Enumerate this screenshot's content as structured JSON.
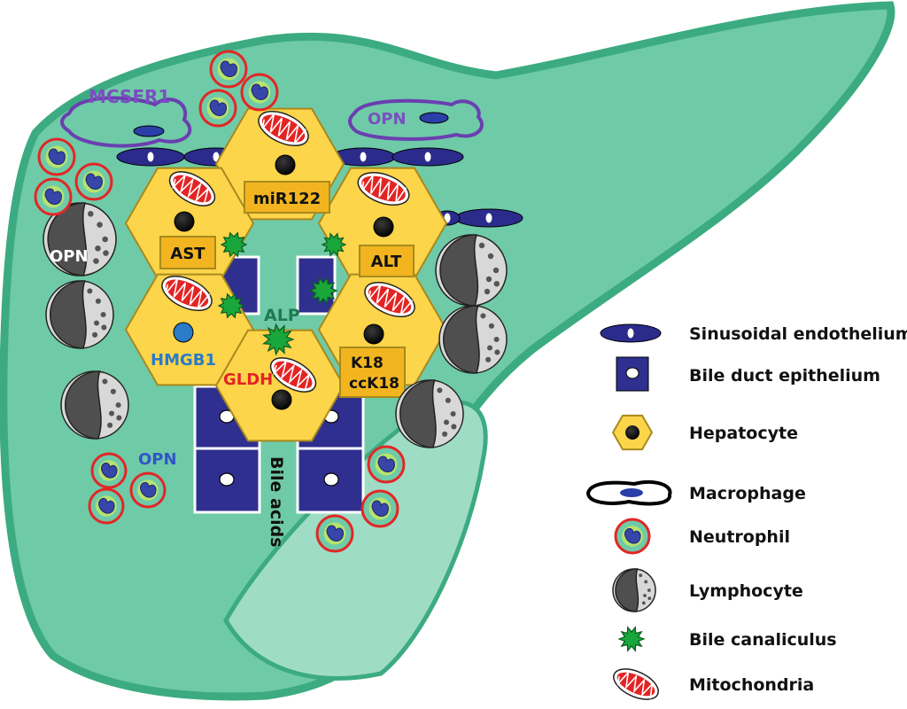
{
  "colors": {
    "liver": "#6fcaa8",
    "liver_stroke": "#3cab82",
    "liver_light": "#9fdcc6",
    "hepatocyte": "#fcd54a",
    "hepatocyte_stroke": "#a8891d",
    "label_box": "#f2b51f",
    "bile_duct": "#2f2f8f",
    "endothelium": "#2b2b8c",
    "macrophage": "#6a3fb0",
    "neutrophil_ring": "#e32626",
    "neutrophil_fill": "#b7e36e",
    "neutrophil_nucleus": "#3746a8",
    "lymphocyte": "#4f4f4f",
    "lymphocyte_cap": "#d8d8d8",
    "canaliculus": "#19a63a",
    "mito_outer": "#e32424"
  },
  "labels": {
    "mcsfr1": "MCSFR1",
    "opn_macrophage": "OPN",
    "opn_lymphocyte": "OPN",
    "opn_neutrophil": "OPN",
    "mir122": "miR122",
    "ast": "AST",
    "alt": "ALT",
    "alp": "ALP",
    "hmgb1": "HMGB1",
    "gldh": "GLDH",
    "k18": "K18",
    "cck18": "ccK18",
    "bile_acids": "Bile acids"
  },
  "label_colors": {
    "mcsfr1": "#7a4fc0",
    "opn_macrophage": "#7a4fc0",
    "opn_lymphocyte": "#ffffff",
    "opn_neutrophil": "#3155c8",
    "alp": "#1f7a52",
    "hmgb1": "#2a7bc8",
    "gldh": "#e32424",
    "box_text": "#111111",
    "bile_acids": "#111111"
  },
  "legend": [
    {
      "icon": "sinusoidal-endothelium-icon",
      "label": "Sinusoidal endothelium"
    },
    {
      "icon": "bile-duct-epithelium-icon",
      "label": "Bile duct epithelium"
    },
    {
      "icon": "hepatocyte-icon",
      "label": "Hepatocyte"
    },
    {
      "icon": "macrophage-icon",
      "label": "Macrophage"
    },
    {
      "icon": "neutrophil-icon",
      "label": "Neutrophil"
    },
    {
      "icon": "lymphocyte-icon",
      "label": "Lymphocyte"
    },
    {
      "icon": "bile-canaliculus-icon",
      "label": "Bile canaliculus"
    },
    {
      "icon": "mitochondria-icon",
      "label": "Mitochondria"
    }
  ]
}
